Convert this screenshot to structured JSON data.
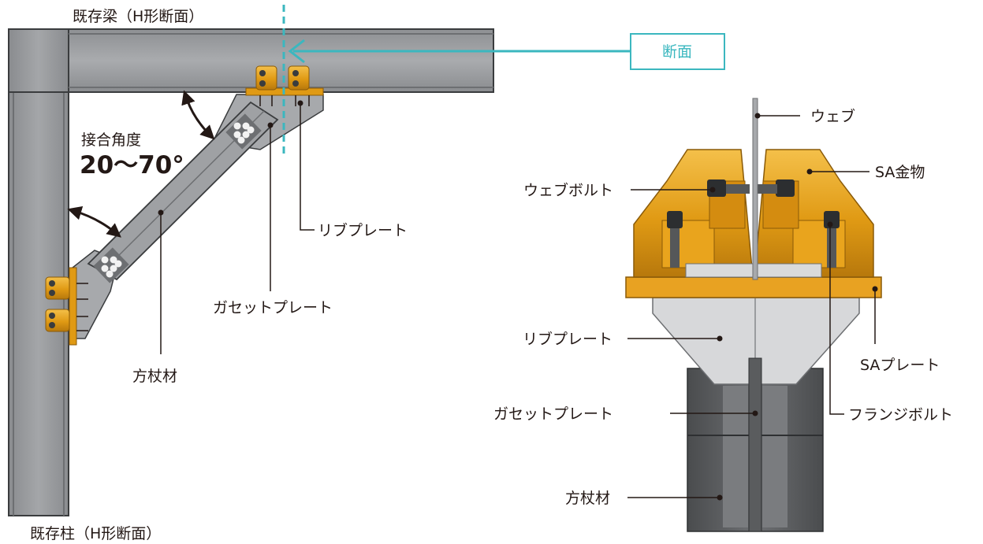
{
  "labels": {
    "existing_beam": "既存梁（H形断面）",
    "existing_column": "既存柱（H形断面）",
    "joint_angle_title": "接合角度",
    "joint_angle_value": "20〜70°",
    "section": "断面",
    "rib_plate": "リブプレート",
    "gusset_plate": "ガセットプレート",
    "brace": "方杖材",
    "web": "ウェブ",
    "sa_fitting": "SA金物",
    "web_bolt": "ウェブボルト",
    "sa_plate": "SAプレート",
    "flange_bolt": "フランジボルト",
    "section_rib_plate": "リブプレート",
    "section_gusset_plate": "ガセットプレート",
    "section_brace": "方杖材"
  },
  "colors": {
    "steel": "#9a9c9f",
    "steel_dark": "#555759",
    "steel_light": "#bcbec0",
    "sa_gold": "#e5a21a",
    "sa_gold_dark": "#9c6a0c",
    "section_teal": "#3bb7bf",
    "text": "#231815"
  }
}
